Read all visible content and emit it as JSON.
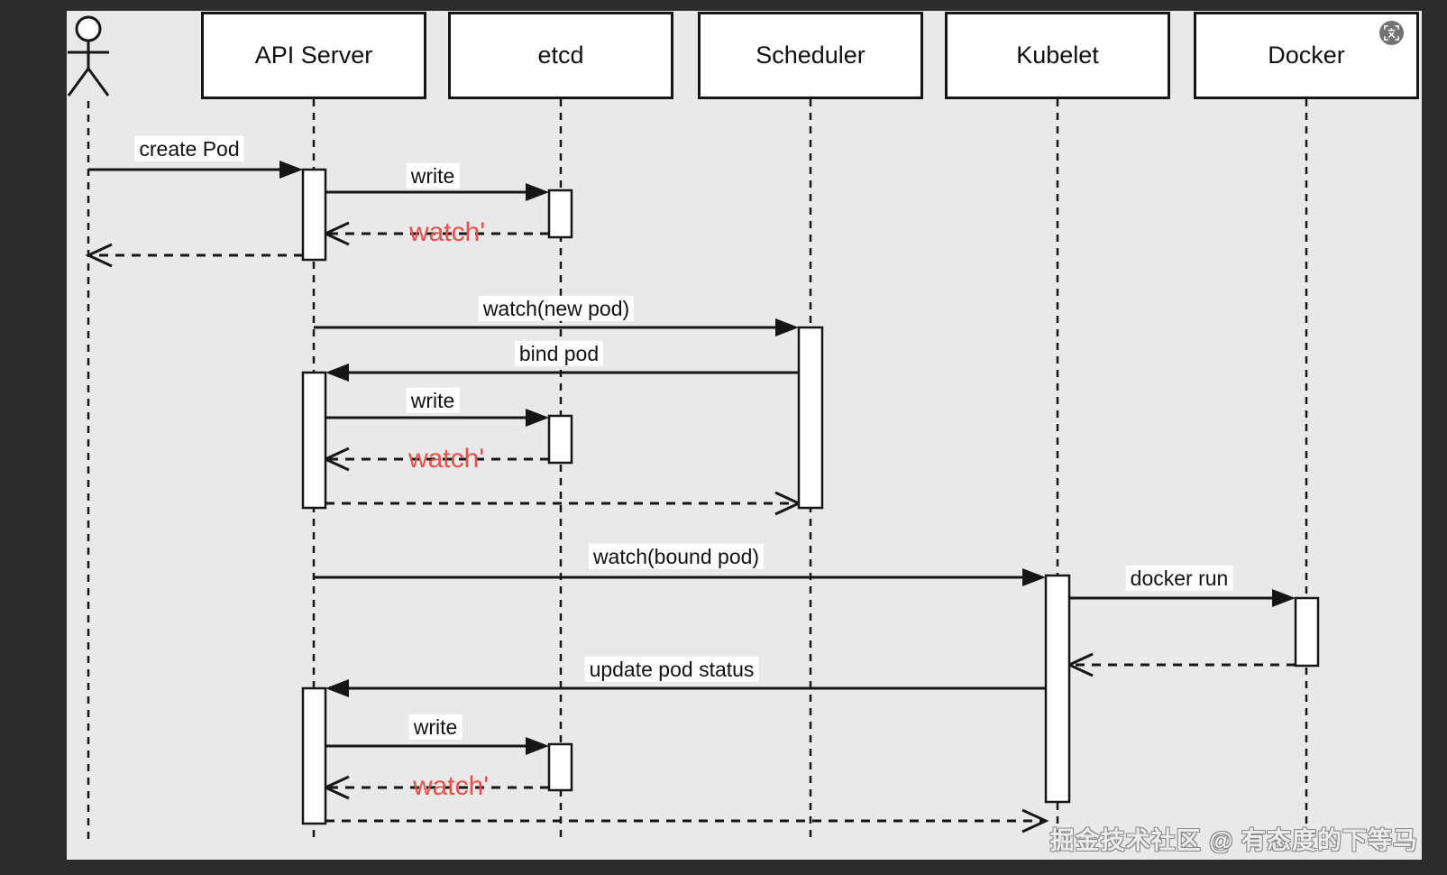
{
  "frame": {
    "background": "#2c2c2c",
    "panel_background": "#e9e9e9",
    "line_color": "#161616",
    "label_background": "#ffffff",
    "accent_red": "#e8514b"
  },
  "diagram_type": "uml-sequence-diagram",
  "participants": [
    {
      "id": "user",
      "type": "actor",
      "label": ""
    },
    {
      "id": "api-server",
      "type": "box",
      "label": "API Server"
    },
    {
      "id": "etcd",
      "type": "box",
      "label": "etcd"
    },
    {
      "id": "scheduler",
      "type": "box",
      "label": "Scheduler"
    },
    {
      "id": "kubelet",
      "type": "box",
      "label": "Kubelet"
    },
    {
      "id": "docker",
      "type": "box",
      "label": "Docker"
    }
  ],
  "messages": [
    {
      "label": "create Pod",
      "from": "user",
      "to": "api-server",
      "style": "solid",
      "color": "black"
    },
    {
      "label": "write",
      "from": "api-server",
      "to": "etcd",
      "style": "solid",
      "color": "black"
    },
    {
      "label": "watch'",
      "from": "etcd",
      "to": "api-server",
      "style": "dashed",
      "color": "red"
    },
    {
      "label": "",
      "from": "api-server",
      "to": "user",
      "style": "dashed",
      "color": "black"
    },
    {
      "label": "watch(new pod)",
      "from": "api-server",
      "to": "scheduler",
      "style": "solid",
      "color": "black"
    },
    {
      "label": "bind pod",
      "from": "scheduler",
      "to": "api-server",
      "style": "solid",
      "color": "black"
    },
    {
      "label": "write",
      "from": "api-server",
      "to": "etcd",
      "style": "solid",
      "color": "black"
    },
    {
      "label": "watch'",
      "from": "etcd",
      "to": "api-server",
      "style": "dashed",
      "color": "red"
    },
    {
      "label": "",
      "from": "api-server",
      "to": "scheduler",
      "style": "dashed",
      "color": "black"
    },
    {
      "label": "watch(bound pod)",
      "from": "api-server",
      "to": "kubelet",
      "style": "solid",
      "color": "black"
    },
    {
      "label": "docker run",
      "from": "kubelet",
      "to": "docker",
      "style": "solid",
      "color": "black"
    },
    {
      "label": "",
      "from": "docker",
      "to": "kubelet",
      "style": "dashed",
      "color": "black"
    },
    {
      "label": "update pod status",
      "from": "kubelet",
      "to": "api-server",
      "style": "solid",
      "color": "black"
    },
    {
      "label": "write",
      "from": "api-server",
      "to": "etcd",
      "style": "solid",
      "color": "black"
    },
    {
      "label": "watch'",
      "from": "etcd",
      "to": "api-server",
      "style": "dashed",
      "color": "red"
    },
    {
      "label": "",
      "from": "api-server",
      "to": "kubelet",
      "style": "dashed",
      "color": "black"
    }
  ],
  "watermark": {
    "text": "掘金技术社区 @ 有态度的下等马"
  },
  "corner_icon": {
    "name": "image-to-text-icon"
  }
}
